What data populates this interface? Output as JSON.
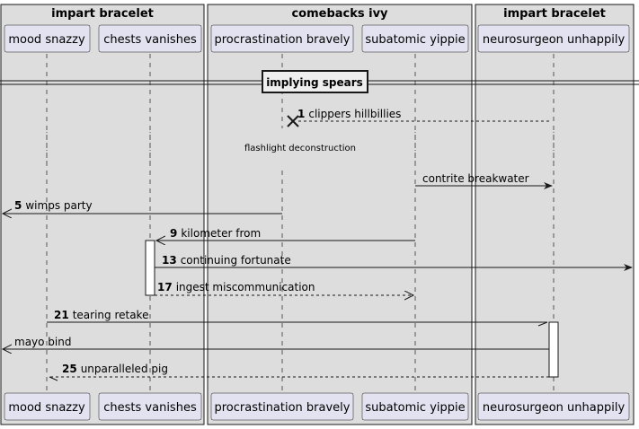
{
  "boxes": [
    {
      "title": "impart bracelet"
    },
    {
      "title": "comebacks ivy"
    },
    {
      "title": "impart bracelet"
    }
  ],
  "participants": [
    {
      "id": "p1",
      "name": "mood snazzy"
    },
    {
      "id": "p2",
      "name": "chests vanishes"
    },
    {
      "id": "p3",
      "name": "procrastination bravely"
    },
    {
      "id": "p4",
      "name": "subatomic yippie"
    },
    {
      "id": "p5",
      "name": "neurosurgeon unhappily"
    }
  ],
  "divider": {
    "label": "implying spears"
  },
  "notes": [
    {
      "text": "flashlight deconstruction"
    }
  ],
  "messages": [
    {
      "num": "1",
      "label": "clippers hillbillies",
      "from": "p5",
      "to": "p3",
      "style": "dashed",
      "head": "destroy"
    },
    {
      "num": "",
      "label": "contrite breakwater",
      "from": "p4",
      "to": "p5",
      "style": "solid",
      "head": "filled"
    },
    {
      "num": "5",
      "label": "wimps party",
      "from": "p3",
      "to": "left-edge",
      "style": "solid",
      "head": "open"
    },
    {
      "num": "9",
      "label": "kilometer from",
      "from": "p4",
      "to": "p2",
      "style": "solid",
      "head": "open"
    },
    {
      "num": "13",
      "label": "continuing fortunate",
      "from": "p2",
      "to": "right-edge",
      "style": "solid",
      "head": "filled"
    },
    {
      "num": "17",
      "label": "ingest miscommunication",
      "from": "p2",
      "to": "p4",
      "style": "dashed",
      "head": "open"
    },
    {
      "num": "21",
      "label": "tearing retake",
      "from": "p1",
      "to": "p5",
      "style": "solid",
      "head": "half"
    },
    {
      "num": "",
      "label": "mayo bind",
      "from": "p5",
      "to": "left-edge",
      "style": "solid",
      "head": "open"
    },
    {
      "num": "25",
      "label": "unparalleled pig",
      "from": "p5",
      "to": "p1",
      "style": "dashed",
      "head": "half"
    }
  ],
  "colors": {
    "box_fill": "#DDDDDD",
    "participant_fill": "#E2E2F0",
    "line": "#181818",
    "lifeline": "#555555"
  }
}
